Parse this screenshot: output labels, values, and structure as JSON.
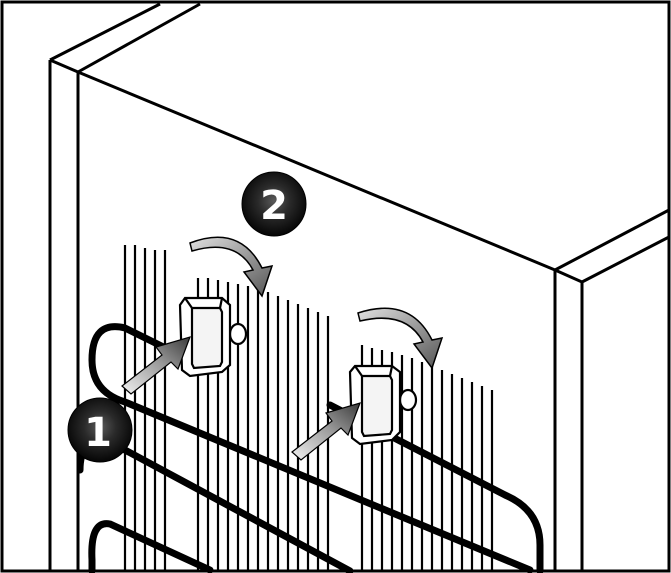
{
  "diagram": {
    "steps": [
      {
        "label": "1",
        "action": "push"
      },
      {
        "label": "2",
        "action": "rotate"
      }
    ],
    "colors": {
      "outline": "#000000",
      "background": "#ffffff",
      "arrow_light": "#e6e6e6",
      "arrow_dark": "#555555",
      "badge_dark": "#1a1a1a"
    }
  }
}
